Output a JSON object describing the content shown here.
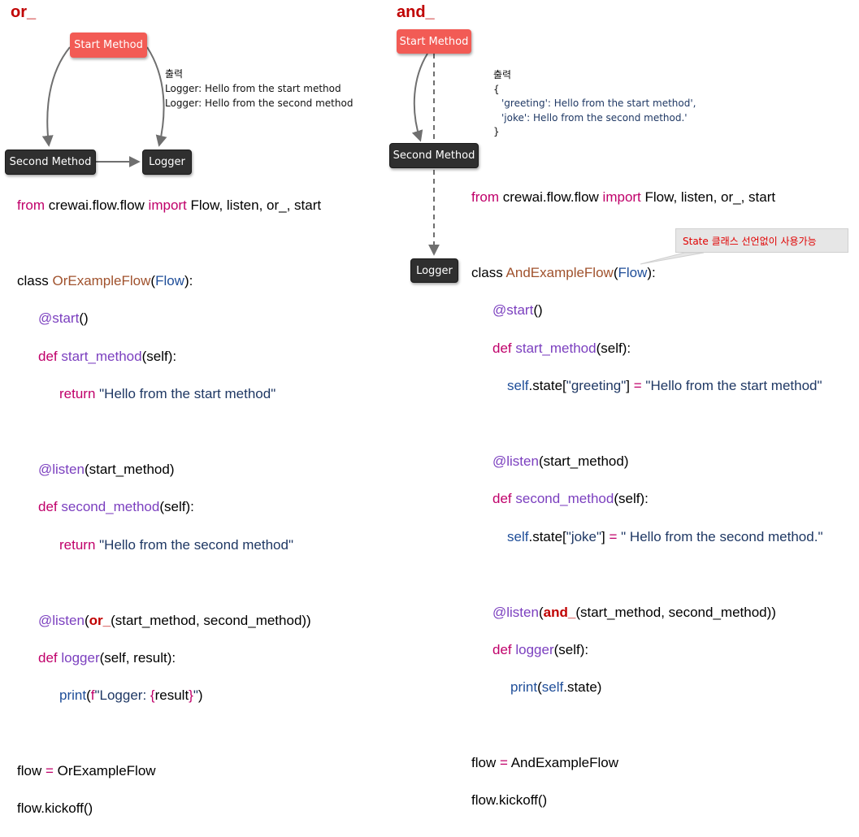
{
  "left": {
    "title": "or_",
    "nodes": {
      "start": "Start Method",
      "second": "Second Method",
      "logger": "Logger"
    },
    "output": {
      "header": "출력",
      "lines": [
        "Logger: Hello from the start method",
        "Logger: Hello from the second method"
      ]
    },
    "code": {
      "l1": {
        "a": "from",
        "b": " crewai.flow.flow ",
        "c": "import",
        "d": " Flow, listen, or_, start"
      },
      "l3": {
        "a": "class ",
        "b": "OrExampleFlow",
        "c": "(",
        "d": "Flow",
        "e": "):"
      },
      "l4": {
        "a": "@start",
        "b": "()"
      },
      "l5": {
        "a": "def ",
        "b": "start_method",
        "c": "(self):"
      },
      "l6": {
        "a": "return ",
        "b": "\"Hello from the start method\""
      },
      "l8": {
        "a": "@listen",
        "b": "(start_method)"
      },
      "l9": {
        "a": "def ",
        "b": "second_method",
        "c": "(self):"
      },
      "l10": {
        "a": "return ",
        "b": "\"Hello from the second method\""
      },
      "l12": {
        "a": "@listen",
        "b": "(",
        "c": "or_",
        "d": "(start_method, second_method))"
      },
      "l13": {
        "a": "def ",
        "b": "logger",
        "c": "(self, result):"
      },
      "l14": {
        "a": "print",
        "b": "(",
        "c": "f",
        "d": "\"Logger: ",
        "e": "{",
        "f": "result",
        "g": "}",
        "h": "\"",
        "i": ")"
      },
      "l16": {
        "a": "flow ",
        "b": "=",
        "c": " OrExampleFlow"
      },
      "l17": {
        "a": "flow.kickoff()"
      }
    }
  },
  "right": {
    "title": "and_",
    "nodes": {
      "start": "Start Method",
      "second": "Second Method",
      "logger": "Logger"
    },
    "output": {
      "header": "출력",
      "open": "{",
      "lines": [
        "'greeting': Hello from the start method',",
        "'joke': Hello from the second method.'"
      ],
      "close": "}"
    },
    "callout": "State 클래스 선언없이 사용가능",
    "code": {
      "l1": {
        "a": "from",
        "b": " crewai.flow.flow ",
        "c": "import",
        "d": " Flow, listen, or_, start"
      },
      "l3": {
        "a": "class ",
        "b": "AndExampleFlow",
        "c": "(",
        "d": "Flow",
        "e": "):"
      },
      "l4": {
        "a": "@start",
        "b": "()"
      },
      "l5": {
        "a": "def ",
        "b": "start_method",
        "c": "(self):"
      },
      "l6": {
        "a": "self",
        "b": ".state[",
        "c": "\"greeting\"",
        "d": "] ",
        "e": "=",
        "f": " ",
        "g": "\"Hello from the start method\""
      },
      "l8": {
        "a": "@listen",
        "b": "(start_method)"
      },
      "l9": {
        "a": "def ",
        "b": "second_method",
        "c": "(self):"
      },
      "l10": {
        "a": "self",
        "b": ".state[",
        "c": "\"joke\"",
        "d": "] ",
        "e": "=",
        "f": " ",
        "g": "\" Hello from the second method.\""
      },
      "l12": {
        "a": "@listen",
        "b": "(",
        "c": "and_",
        "d": "(start_method, second_method))"
      },
      "l13": {
        "a": "def ",
        "b": "logger",
        "c": "(self):"
      },
      "l14": {
        "a": "print",
        "b": "(",
        "c": "self",
        "d": ".state)"
      },
      "l16": {
        "a": "flow ",
        "b": "=",
        "c": " AndExampleFlow"
      },
      "l17": {
        "a": "flow.kickoff()"
      }
    }
  }
}
